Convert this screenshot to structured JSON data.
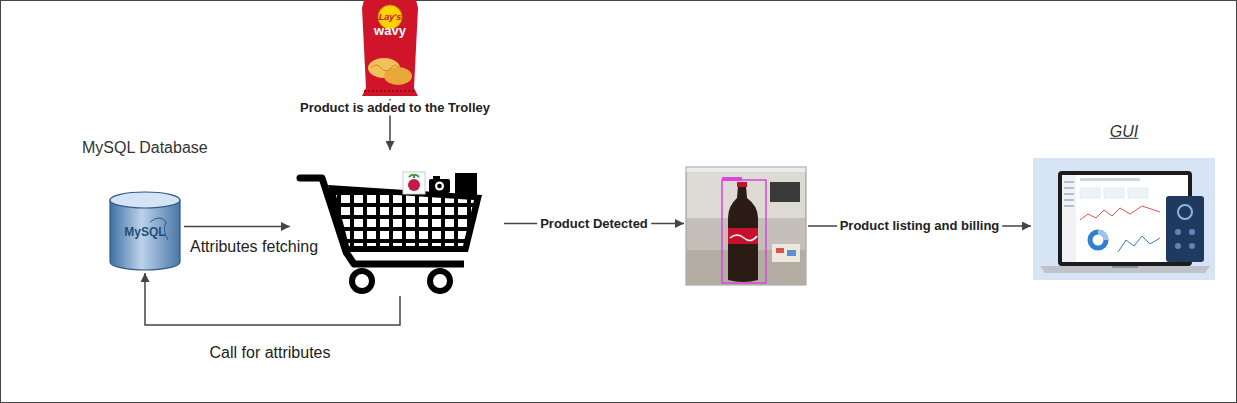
{
  "diagram": {
    "nodes": [
      {
        "text": [
          "Lay's",
          "wavy"
        ]
      },
      {
        "text": [
          "MySQL Database",
          "MySQL"
        ]
      },
      {
        "text": []
      },
      {
        "text": []
      },
      {
        "text": [
          "GUI"
        ]
      }
    ],
    "edges": [
      {
        "from": 0,
        "to": 2,
        "arrow": "to",
        "label": "Product is added to the Trolley"
      },
      {
        "from": 1,
        "to": 2,
        "arrow": "to",
        "label": "Attributes fetching"
      },
      {
        "from": 2,
        "to": 1,
        "arrow": "to",
        "label": "Call for attributes"
      },
      {
        "from": 2,
        "to": 3,
        "arrow": "to",
        "label": "Product Detected"
      },
      {
        "from": 3,
        "to": 4,
        "arrow": "to",
        "label": "Product listing and billing"
      }
    ]
  }
}
